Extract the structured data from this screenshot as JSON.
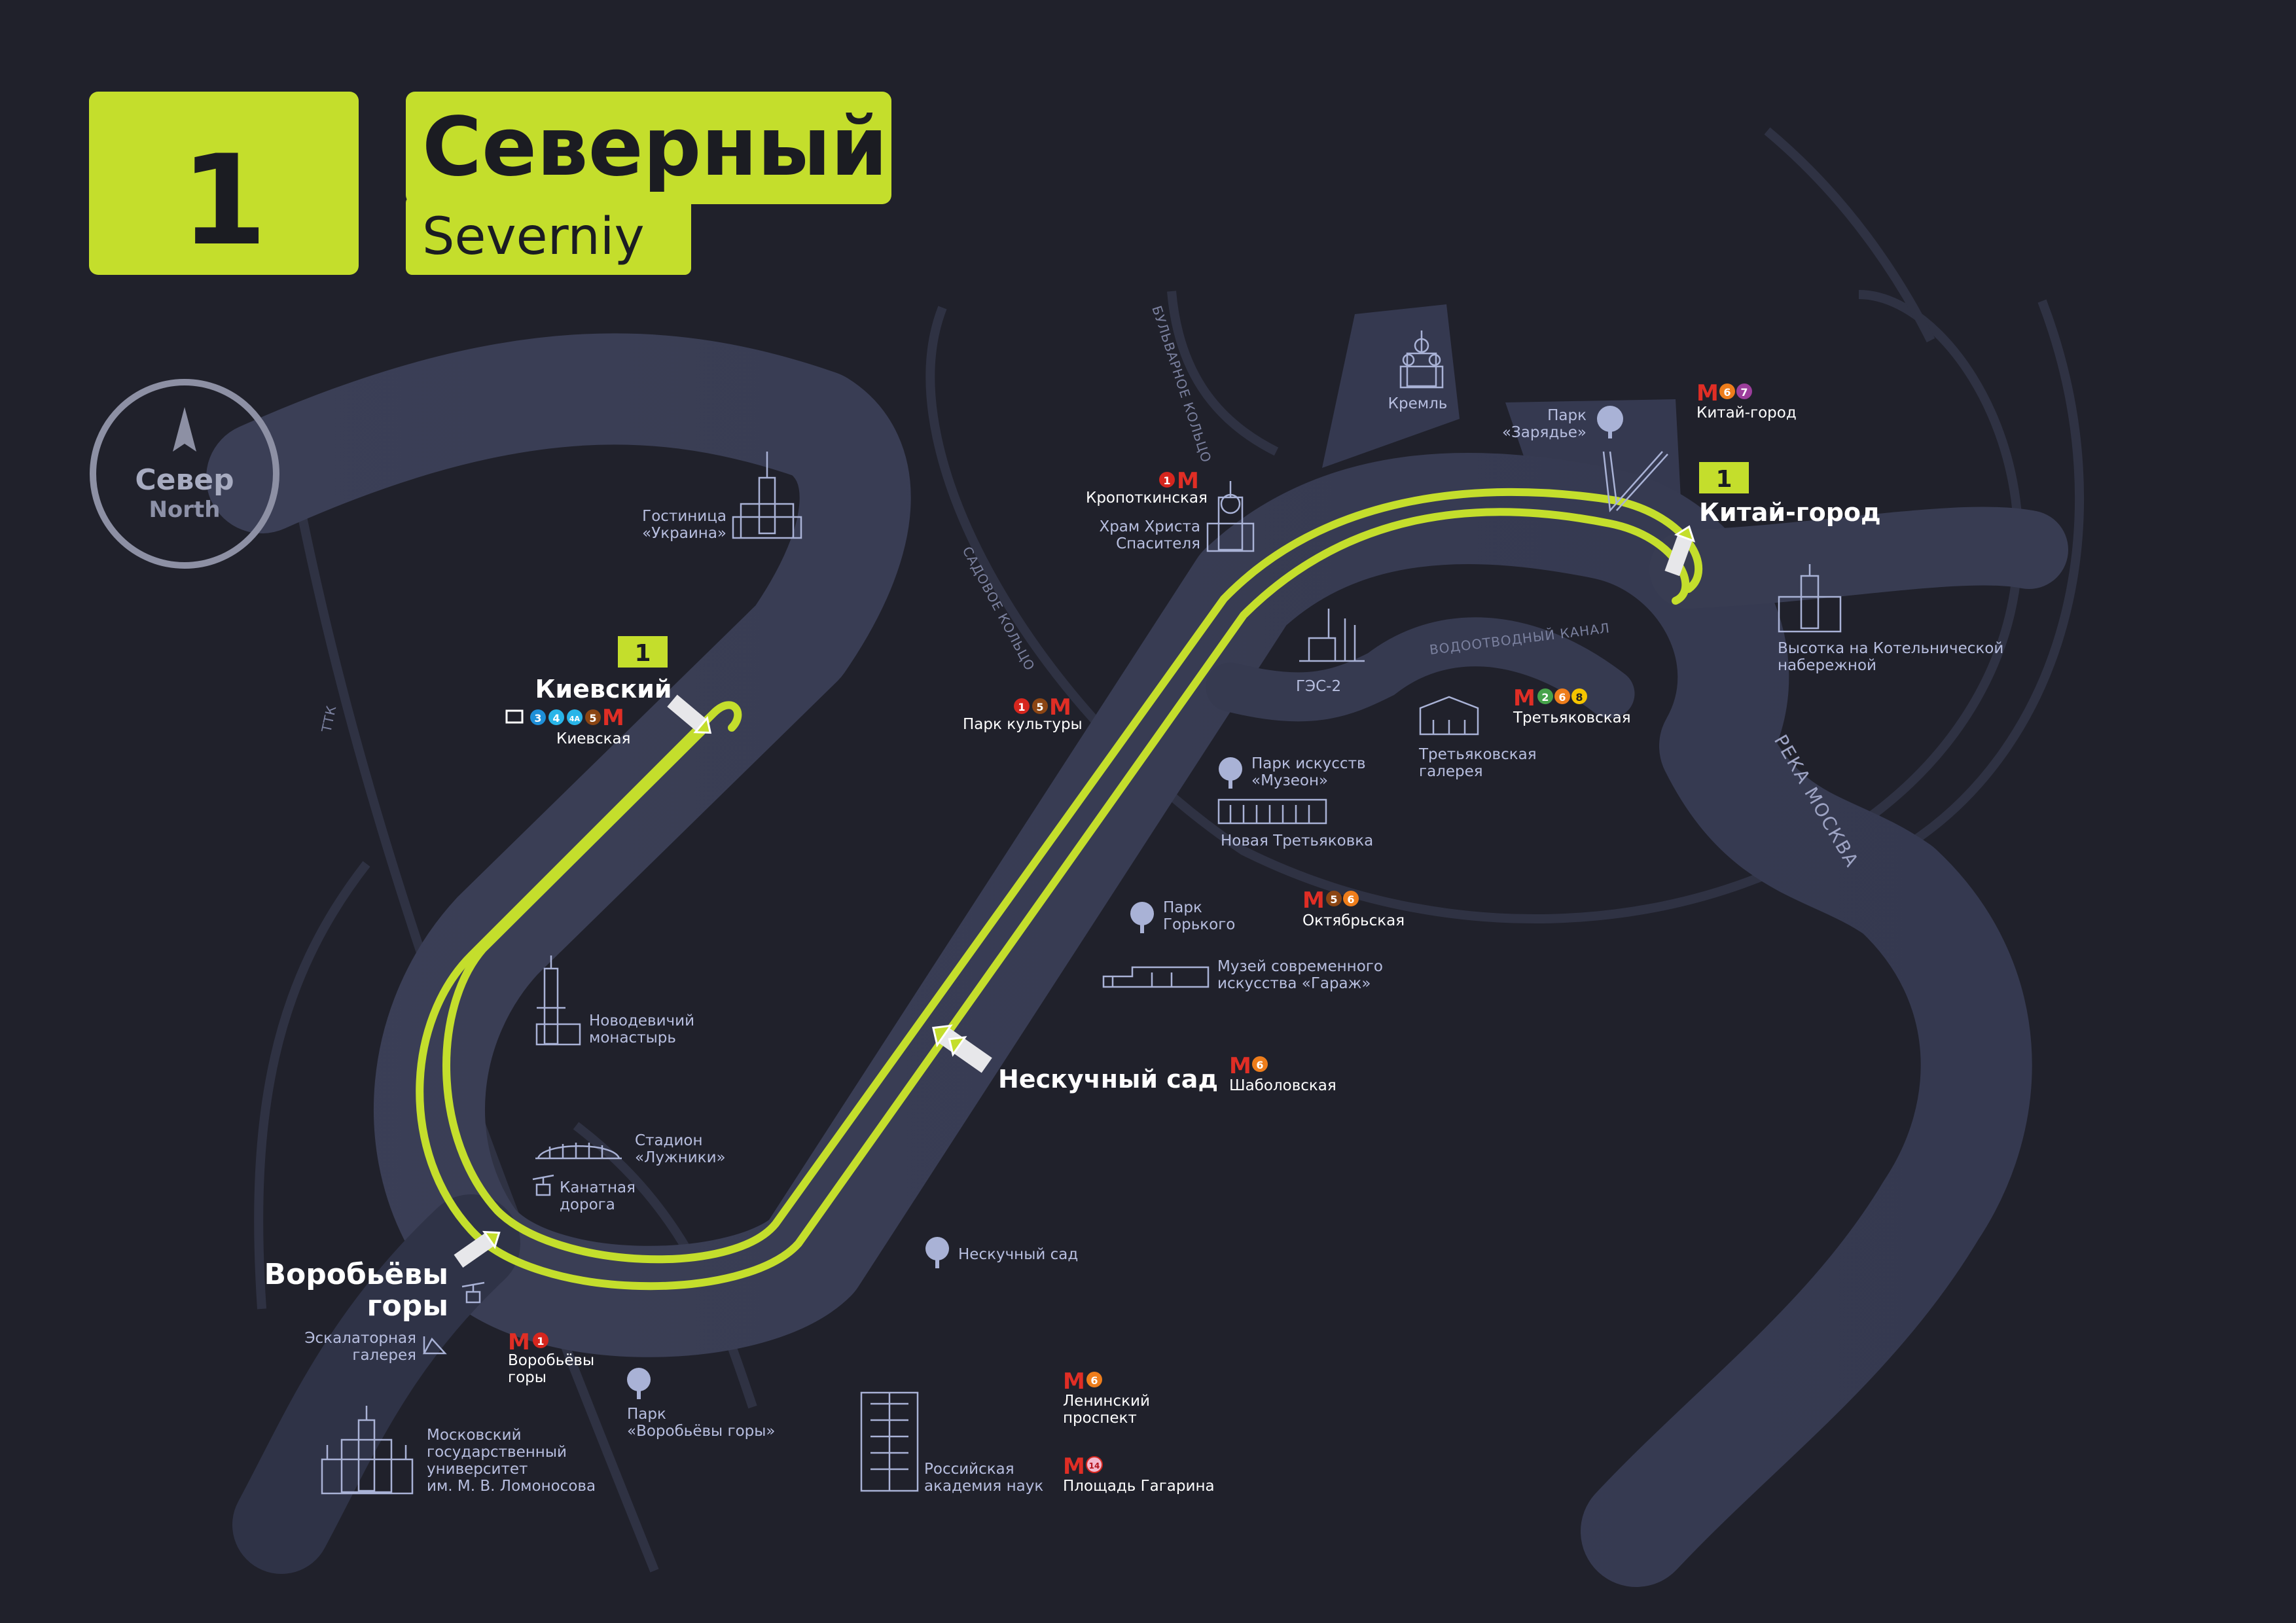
{
  "header": {
    "route_number": "1",
    "title_ru": "Северный",
    "title_en": "Severniy"
  },
  "compass": {
    "label_ru": "Север",
    "label_en": "North"
  },
  "colors": {
    "background": "#20212b",
    "river": "#3a3e54",
    "route": "#c4de2c",
    "line_red": "#d6261e",
    "line_orange": "#ee7d1b",
    "line_purple": "#9c3e9c",
    "line_blue": "#1e8fd8",
    "line_brown": "#8b4513",
    "line_green": "#46a34a",
    "line_yellow": "#f5c400"
  },
  "roads": {
    "ttk": "ТТК",
    "garden_ring": "САДОВОЕ КОЛЬЦО",
    "boulevard_ring": "БУЛЬВАРНОЕ КОЛЬЦО",
    "canal": "ВОДООТВОДНЫЙ КАНАЛ",
    "river": "РЕКА МОСКВА"
  },
  "piers": [
    {
      "name": "Киевский",
      "route_badge": "1"
    },
    {
      "name": "Китай-город",
      "route_badge": "1"
    },
    {
      "name": "Нескучный сад"
    },
    {
      "name_line1": "Воробьёвы",
      "name_line2": "горы"
    }
  ],
  "metro": [
    {
      "name": "Киевская",
      "lines": [
        "3",
        "4",
        "4А",
        "5"
      ]
    },
    {
      "name": "Кропоткинская",
      "lines": [
        "1"
      ]
    },
    {
      "name": "Парк культуры",
      "lines": [
        "1",
        "5"
      ]
    },
    {
      "name": "Китай-город",
      "lines": [
        "6",
        "7"
      ]
    },
    {
      "name": "Третьяковская",
      "lines": [
        "2",
        "6",
        "8"
      ]
    },
    {
      "name": "Октябрьская",
      "lines": [
        "5",
        "6"
      ]
    },
    {
      "name": "Шаболовская",
      "lines": [
        "6"
      ]
    },
    {
      "name_line1": "Воробьёвы",
      "name_line2": "горы",
      "lines": [
        "1"
      ]
    },
    {
      "name_line1": "Ленинский",
      "name_line2": "проспект",
      "lines": [
        "6"
      ]
    },
    {
      "name": "Площадь Гагарина",
      "lines": [
        "14"
      ]
    }
  ],
  "landmarks": {
    "ukraina": [
      "Гостиница",
      "«Украина»"
    ],
    "kremlin": "Кремль",
    "zaryadye": [
      "Парк",
      "«Зарядье»"
    ],
    "hram": [
      "Храм Христа",
      "Спасителя"
    ],
    "ges": "ГЭС-2",
    "kotelnicheskaya": [
      "Высотка на Котельнической",
      "набережной"
    ],
    "tretyakov": [
      "Третьяковская",
      "галерея"
    ],
    "muzeon": [
      "Парк искусств",
      "«Музеон»"
    ],
    "new_tretyakov": "Новая Третьяковка",
    "gorky": [
      "Парк",
      "Горького"
    ],
    "garage": [
      "Музей современного",
      "искусства «Гараж»"
    ],
    "novodevichy": [
      "Новодевичий",
      "монастырь"
    ],
    "luzhniki": [
      "Стадион",
      "«Лужники»"
    ],
    "cable": [
      "Канатная",
      "дорога"
    ],
    "neskuchny_park": "Нескучный сад",
    "escalator": [
      "Эскалаторная",
      "галерея"
    ],
    "vorobyovy_park": [
      "Парк",
      "«Воробьёвы горы»"
    ],
    "msu": [
      "Московский",
      "государственный",
      "университет",
      "им. М. В. Ломоносова"
    ],
    "ras": [
      "Российская",
      "академия наук"
    ]
  }
}
